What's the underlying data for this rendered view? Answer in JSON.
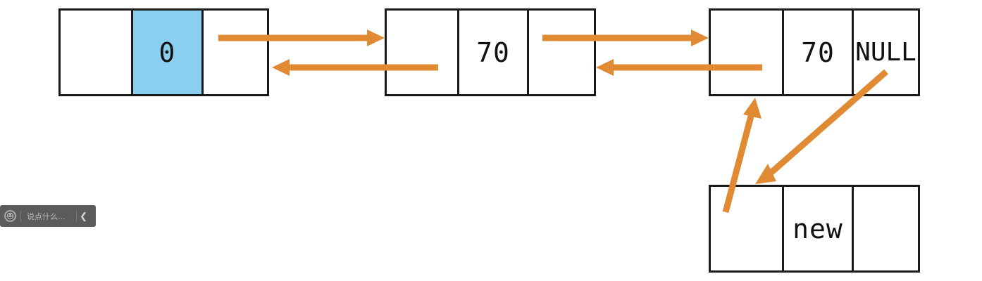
{
  "diagram": {
    "title": "singly-linked-list-insert-diagram",
    "colors": {
      "arrow": "#E08B33",
      "highlight": "#8ACFEF",
      "border": "#1A1A1A",
      "background": "#FFFFFF"
    },
    "nodes": [
      {
        "id": "node-head",
        "cells": [
          "",
          "0",
          ""
        ],
        "highlight_index": 1
      },
      {
        "id": "node-second",
        "cells": [
          "",
          "70",
          ""
        ],
        "highlight_index": -1
      },
      {
        "id": "node-third",
        "cells": [
          "",
          "70",
          "NULL"
        ],
        "highlight_index": -1
      },
      {
        "id": "node-new",
        "cells": [
          "",
          "new",
          ""
        ],
        "highlight_index": -1
      }
    ],
    "arrows": [
      {
        "name": "head-next-to-second",
        "direction": "right"
      },
      {
        "name": "second-prev-to-head",
        "direction": "left"
      },
      {
        "name": "second-next-to-third",
        "direction": "right"
      },
      {
        "name": "third-prev-to-second",
        "direction": "left"
      },
      {
        "name": "new-next-to-third",
        "direction": "up-left"
      },
      {
        "name": "third-next-to-new",
        "direction": "down-left"
      }
    ]
  },
  "comment_bar": {
    "emoji_icon": "smiley-icon",
    "placeholder": "说点什么...",
    "collapse_icon": "chevron-left-icon"
  }
}
